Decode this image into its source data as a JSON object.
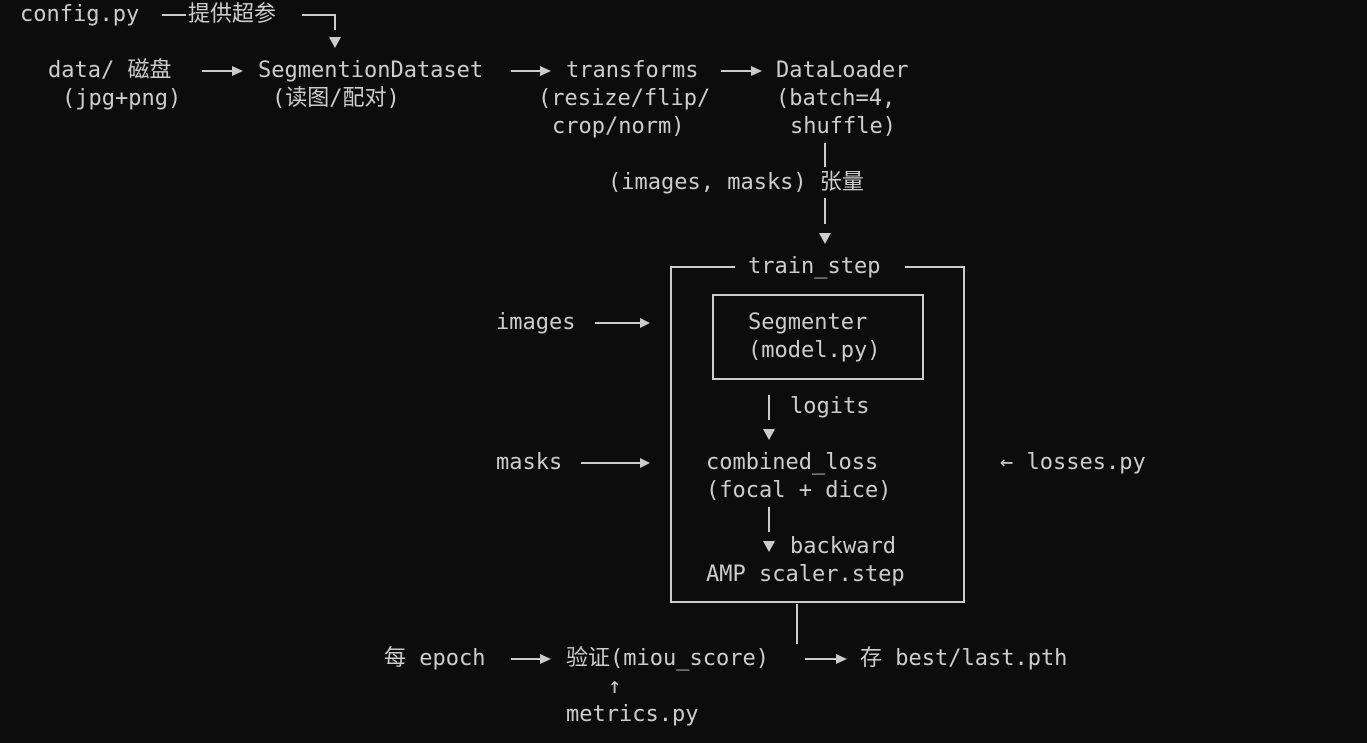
{
  "config": {
    "label": "config.py",
    "edge_label": "提供超参"
  },
  "pipeline": {
    "data": {
      "line1": "data/ 磁盘",
      "line2": "(jpg+png)"
    },
    "dataset": {
      "line1": "SegmentionDataset",
      "line2": "(读图/配对)"
    },
    "transforms": {
      "line1": "transforms",
      "line2": "(resize/flip/",
      "line3": "crop/norm)"
    },
    "dataloader": {
      "line1": "DataLoader",
      "line2": "(batch=4,",
      "line3": "shuffle)"
    }
  },
  "tensor_label": "(images, masks) 张量",
  "train_step": {
    "title": "train_step",
    "model": {
      "line1": "Segmenter",
      "line2": "(model.py)"
    },
    "logits_label": "logits",
    "loss": {
      "line1": "combined_loss",
      "line2": "(focal + dice)"
    },
    "backward_label": "backward",
    "scaler_label": "AMP scaler.step"
  },
  "inputs": {
    "images": "images",
    "masks": "masks"
  },
  "losses_ref": "← losses.py",
  "epoch": {
    "label": "每 epoch",
    "validate": "验证(miou_score)",
    "save": "存 best/last.pth",
    "up_arrow": "↑",
    "metrics": "metrics.py"
  }
}
